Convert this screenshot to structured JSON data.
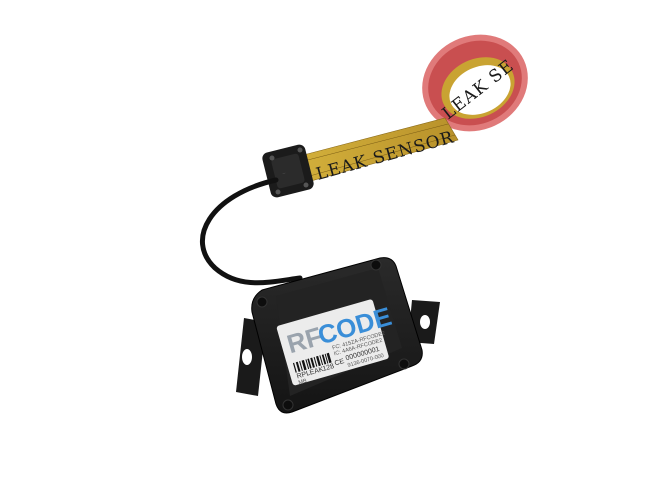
{
  "tape": {
    "printed_text": "LEAK SENSOR",
    "roll_text": "LEAK SE",
    "tape_color": "#c9a332",
    "roll_color": "#e07a7a"
  },
  "device": {
    "body_color": "#1e1e1e",
    "label": {
      "brand_prefix": "RF",
      "brand_suffix": "CODE",
      "brand_prefix_color": "#9aa3ad",
      "brand_suffix_color": "#3a8ed8",
      "fcc_line": "FC: 415ZA-RFCODE2",
      "ic_line": "IC: 4A6A-RFCODE2",
      "model": "RPLEAK",
      "model_suffix": "128",
      "ce_mark": "CE",
      "serial": "000000001",
      "part_number": "9136-0070-000",
      "extra": "MB"
    }
  }
}
